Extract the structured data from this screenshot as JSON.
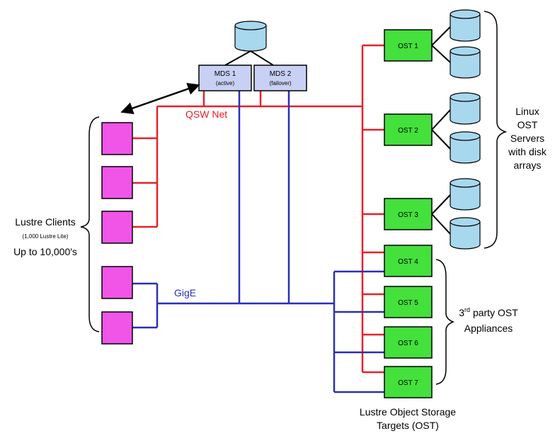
{
  "labels": {
    "qsw_net": "QSW Net",
    "gige": "GigE",
    "clients_title": "Lustre Clients",
    "clients_sub": "(1,000 Lustre Lite)",
    "clients_scale": "Up to 10,000's",
    "linux_ost_line1": "Linux",
    "linux_ost_line2": "OST",
    "linux_ost_line3": "Servers",
    "linux_ost_line4": "with disk",
    "linux_ost_line5": "arrays",
    "third_party_ordinal": "3",
    "third_party_sup": "rd",
    "third_party_rest": " party OST",
    "third_party_line2": "Appliances",
    "bottom_line1": "Lustre Object Storage",
    "bottom_line2": "Targets (OST)"
  },
  "mds": {
    "mds1_name": "MDS 1",
    "mds1_state": "(active)",
    "mds2_name": "MDS 2",
    "mds2_state": "(failover)"
  },
  "osts": [
    "OST 1",
    "OST 2",
    "OST 3",
    "OST 4",
    "OST 5",
    "OST 6",
    "OST 7"
  ],
  "colors": {
    "qsw": "#e8202a",
    "gige": "#2a2fb8",
    "client_fill": "#f055e8",
    "ost_fill": "#44e03c",
    "mds_fill": "#c8d0f4",
    "disk_fill": "#a8d8ee"
  }
}
